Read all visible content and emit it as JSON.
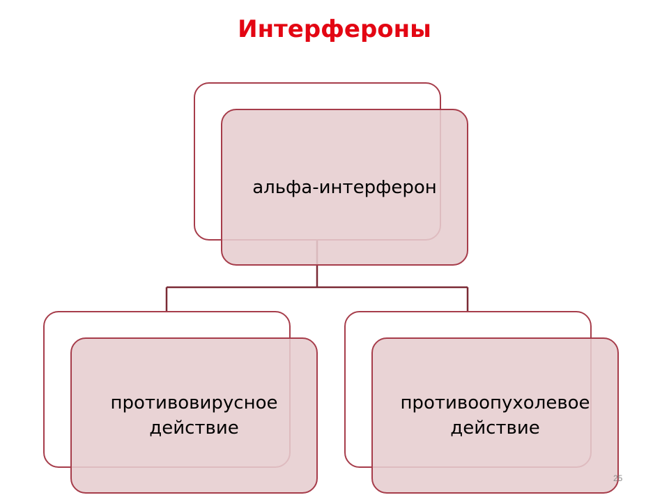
{
  "slide": {
    "title": "Интерфероны",
    "slide_number": "25"
  },
  "diagram": {
    "root": {
      "label": "альфа-интерферон"
    },
    "children": [
      {
        "label": "противовирусное\nдействие"
      },
      {
        "label": "противоопухолевое\nдействие"
      }
    ]
  },
  "colors": {
    "title": "#e30613",
    "box_fill": "#e6cdcf",
    "box_border": "#a63c4a",
    "connector": "#7a2a35"
  }
}
